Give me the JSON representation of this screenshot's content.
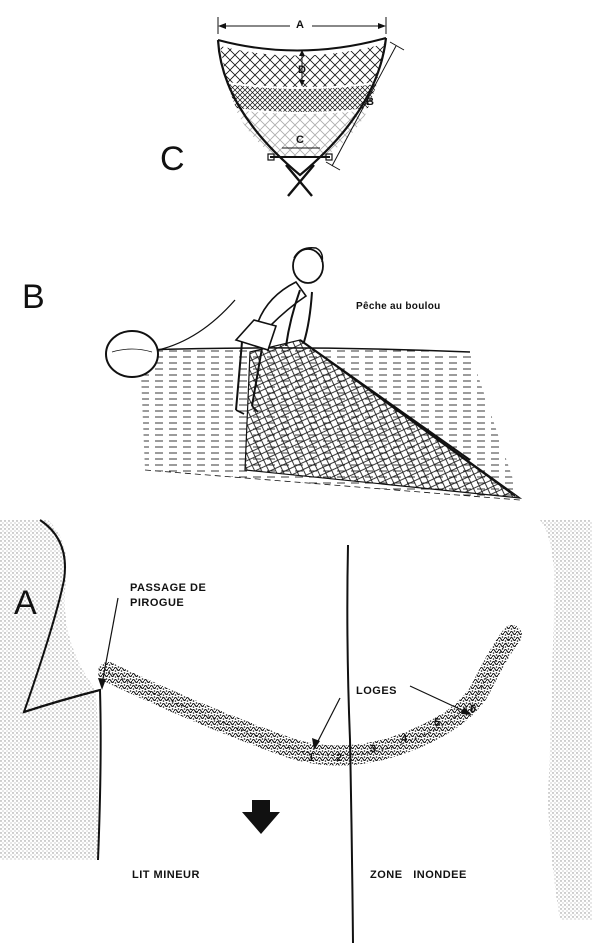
{
  "panel_c": {
    "label": "C",
    "dimension_labels": {
      "a": "A",
      "b": "B",
      "c": "C",
      "d": "D"
    }
  },
  "panel_b": {
    "label": "B",
    "caption": "Pêche au boulou"
  },
  "panel_a": {
    "label": "A",
    "passage_label_line1": "PASSAGE DE",
    "passage_label_line2": "PIROGUE",
    "loges_label": "LOGES",
    "loge_numbers": [
      "1",
      "2",
      "3",
      "4",
      "5",
      "6"
    ],
    "lit_mineur_label": "LIT MINEUR",
    "zone_inondee_label": "ZONE   INONDEE"
  },
  "colors": {
    "ink": "#111111",
    "stipple": "#9a9a9a",
    "background": "#ffffff"
  }
}
